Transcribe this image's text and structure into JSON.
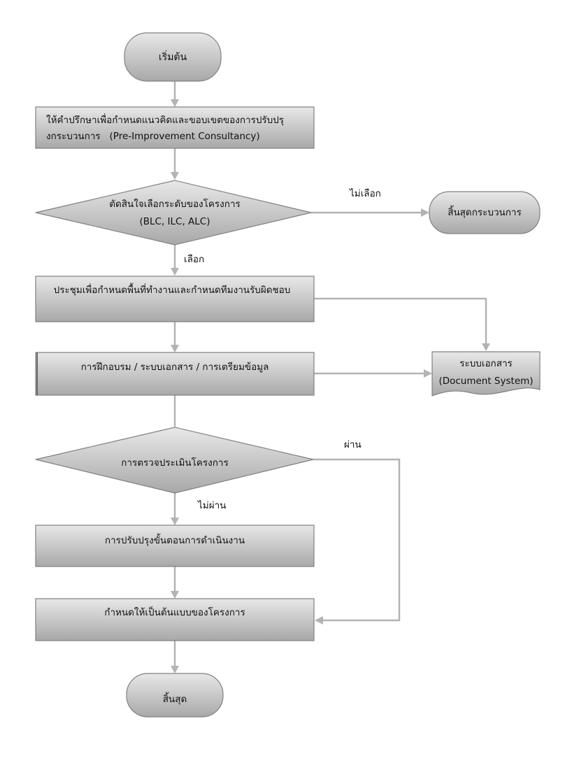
{
  "nodes": {
    "start": "เริ่มต้น",
    "consult_line1": "ให้คำปรึกษาเพื่อกำหนดแนวคิดและขอบเขตของการปรับปรุ",
    "consult_line2": "งกระบวนการ   (Pre-Improvement Consultancy)",
    "decide_line1": "ตัดสินใจเลือกระดับของโครงการ",
    "decide_line2": "(BLC, ILC, ALC)",
    "end_process": "สิ้นสุดกระบวนการ",
    "meeting": "ประชุมเพื่อกำหนดพื้นที่ทำงานและกำหนดทีมงานรับผิดชอบ",
    "training": "การฝึกอบรม / ระบบเอกสาร / การเตรียมข้อมูล",
    "doc_line1": "ระบบเอกสาร",
    "doc_line2": "(Document System)",
    "evaluate": "การตรวจประเมินโครงการ",
    "improve": "การปรับปรุงขั้นตอนการดำเนินงาน",
    "prototype": "กำหนดให้เป็นต้นแบบของโครงการ",
    "end": "สิ้นสุด"
  },
  "edge_labels": {
    "not_selected": "ไม่เลือก",
    "selected": "เลือก",
    "pass": "ผ่าน",
    "fail": "ไม่ผ่าน"
  },
  "colors": {
    "node_fill_top": "#e6e6e6",
    "node_fill_bottom": "#a6a6a6",
    "connector": "#b3b3b3",
    "border": "#808080"
  }
}
